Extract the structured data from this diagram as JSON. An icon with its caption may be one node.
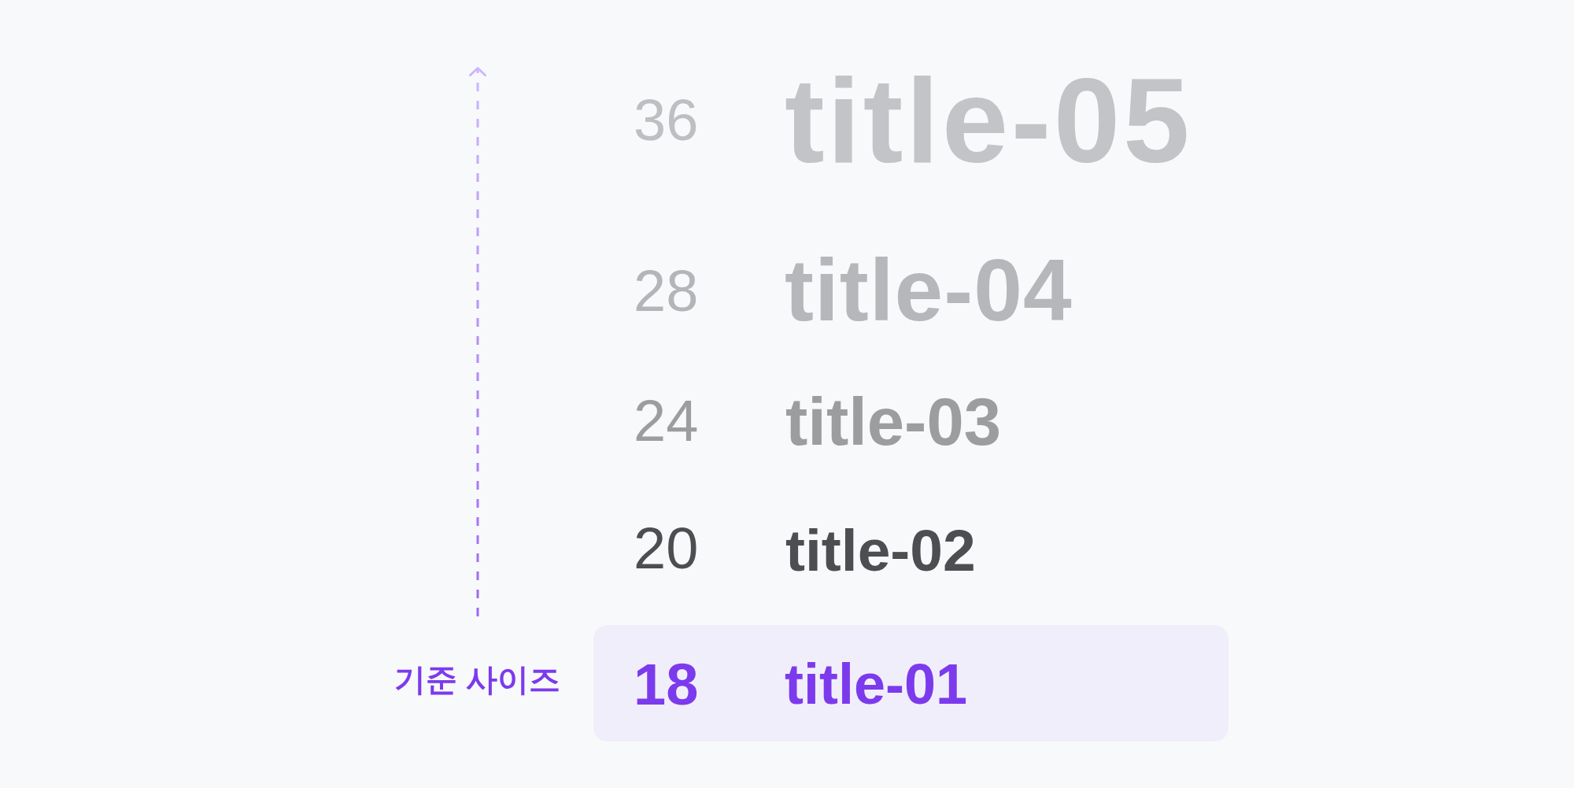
{
  "diagram": {
    "nodes": [
      {
        "text": [
          "18",
          "title-01"
        ],
        "beside": [
          "기준 사이즈"
        ]
      }
    ],
    "labels": [
      "36",
      "title-05",
      "28",
      "title-04",
      "24",
      "title-03",
      "20",
      "title-02"
    ]
  }
}
